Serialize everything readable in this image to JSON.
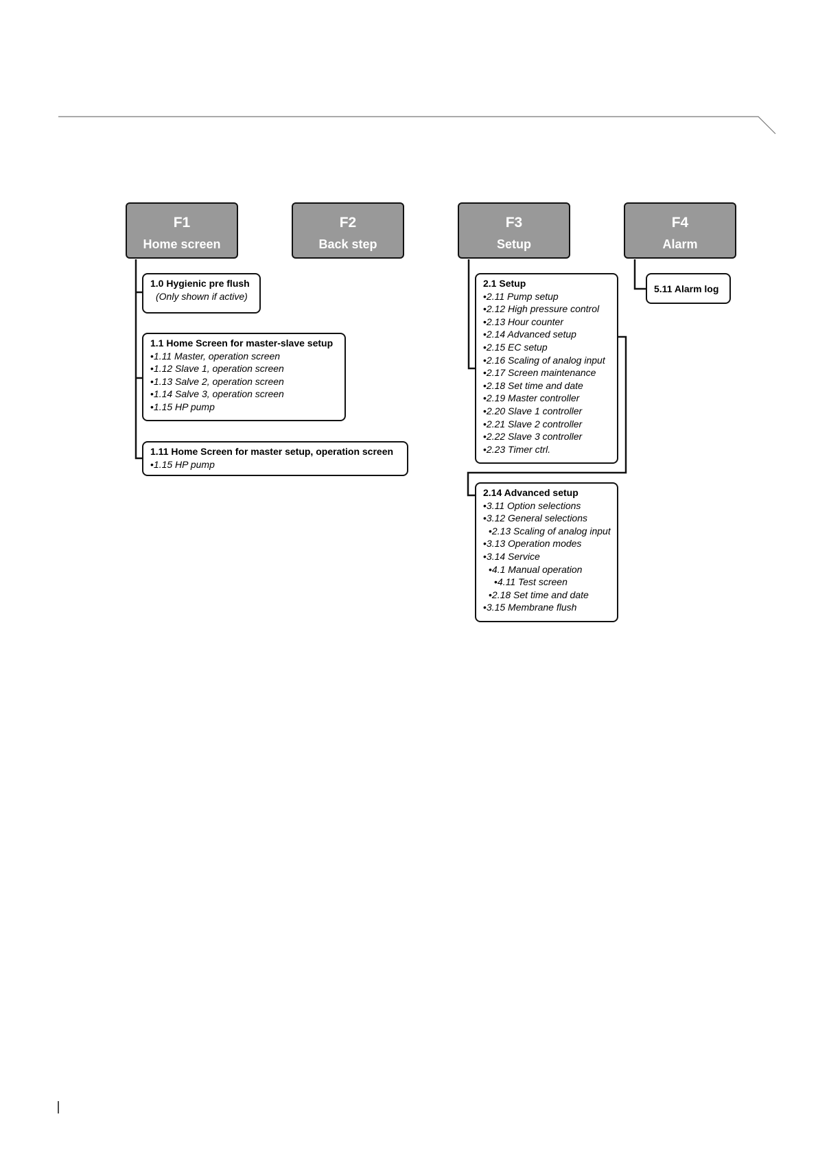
{
  "function_keys": [
    {
      "key": "F1",
      "title": "Home screen"
    },
    {
      "key": "F2",
      "title": "Back step"
    },
    {
      "key": "F3",
      "title": "Setup"
    },
    {
      "key": "F4",
      "title": "Alarm"
    }
  ],
  "boxes": {
    "hygienic": {
      "title": "1.0 Hygienic pre flush",
      "note": "(Only shown if active)"
    },
    "home_master_slave": {
      "title": "1.1 Home Screen for master-slave setup",
      "items": [
        "1.11 Master, operation screen",
        "1.12 Slave 1, operation screen",
        "1.13 Salve 2, operation screen",
        "1.14 Salve 3, operation screen",
        "1.15 HP pump"
      ]
    },
    "home_master": {
      "title": "1.11 Home Screen for master setup, operation screen",
      "items": [
        "1.15 HP pump"
      ]
    },
    "setup": {
      "title": "2.1 Setup",
      "items": [
        "2.11 Pump setup",
        "2.12 High pressure control",
        "2.13 Hour counter",
        "2.14 Advanced setup",
        "2.15 EC setup",
        "2.16 Scaling of analog input",
        "2.17 Screen maintenance",
        "2.18 Set time and date",
        "2.19 Master controller",
        "2.20 Slave 1 controller",
        "2.21 Slave 2 controller",
        "2.22 Slave 3 controller",
        "2.23 Timer ctrl."
      ]
    },
    "advanced": {
      "title": "2.14 Advanced setup",
      "items": [
        {
          "text": "3.11 Option selections",
          "level": 0
        },
        {
          "text": "3.12 General selections",
          "level": 0
        },
        {
          "text": "2.13 Scaling of analog input",
          "level": 1
        },
        {
          "text": "3.13 Operation modes",
          "level": 0
        },
        {
          "text": "3.14 Service",
          "level": 0
        },
        {
          "text": "4.1 Manual operation",
          "level": 1
        },
        {
          "text": "4.11 Test screen",
          "level": 2
        },
        {
          "text": "2.18 Set time and date",
          "level": 1
        },
        {
          "text": "3.15 Membrane flush",
          "level": 0
        }
      ]
    },
    "alarm_log": {
      "title": "5.11 Alarm log"
    }
  }
}
